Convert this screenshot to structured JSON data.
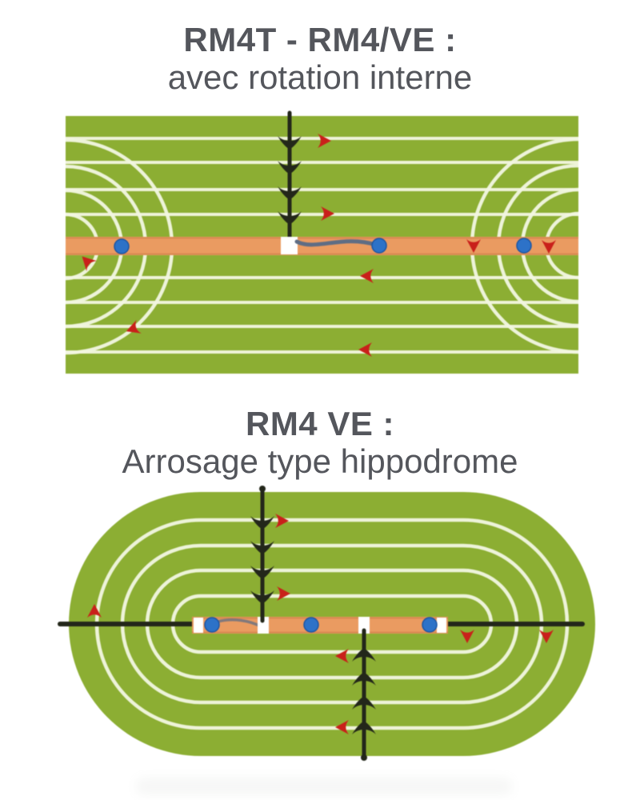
{
  "titles": {
    "diagram1": {
      "heading": "RM4T - RM4/VE :",
      "subheading": "avec rotation interne"
    },
    "diagram2": {
      "heading": "RM4 VE :",
      "subheading": "Arrosage type hippodrome"
    }
  },
  "colors": {
    "background": "#ffffff",
    "title_text": "#54565c",
    "field_green": "#8cae33",
    "lane_white": "#f3f7e2",
    "strip_orange": "#ea9b61",
    "strip_edge": "#d5854f",
    "dot_blue": "#2d72c8",
    "dot_blue_edge": "#1d55a2",
    "marker_red": "#c9201a",
    "line_dark": "#23271a",
    "hose_gray": "#5f6d84",
    "square_white": "#ffffff"
  },
  "icons": {
    "flow_chevron_icon": "dark curved arrowhead marking flow along irrigation line",
    "direction_arrow_icon": "small red pennant triangle showing travel direction",
    "sprinkler_dot": "blue circle marking sprinkler position",
    "junction_square": "white square marking line junction on supply strip"
  }
}
